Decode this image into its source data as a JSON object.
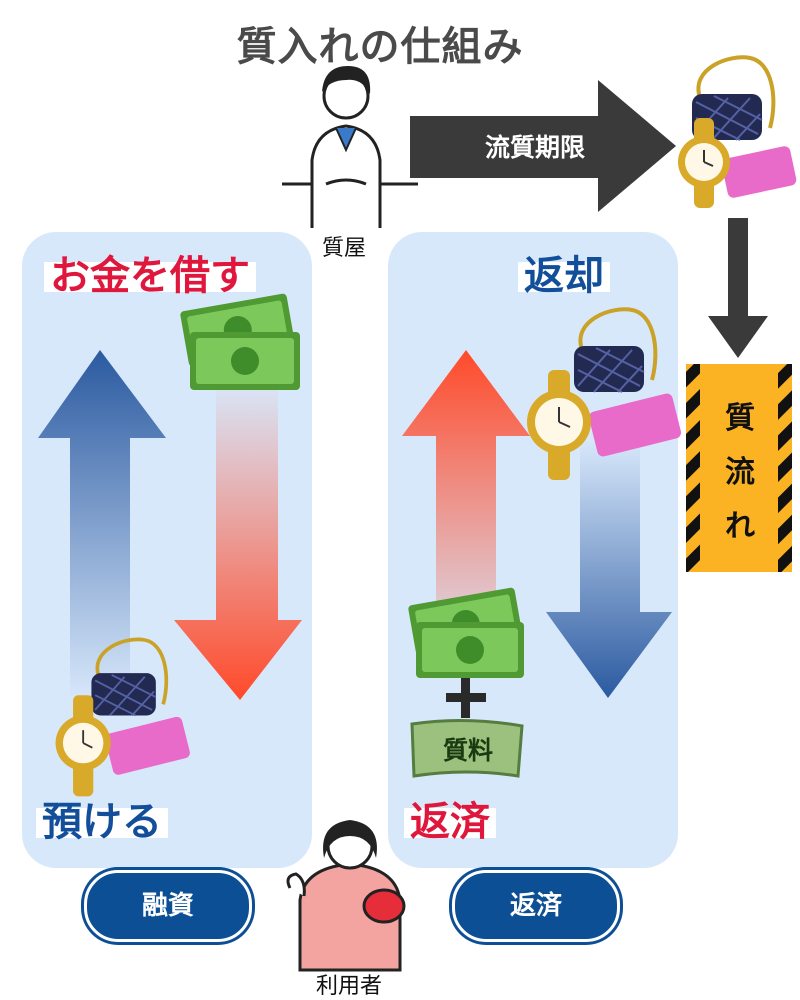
{
  "title": "質入れの仕組み",
  "pawnshop_label": "質屋",
  "user_label": "利用者",
  "flow_arrow_label": "流質期限",
  "forfeit_sign_chars": [
    "質",
    "流",
    "れ"
  ],
  "left_panel": {
    "top_heading": "お金を借す",
    "bottom_heading": "預ける",
    "pill_label": "融資"
  },
  "right_panel": {
    "top_heading": "返却",
    "bottom_heading": "返済",
    "plus_sign": "+",
    "fee_label": "質料",
    "pill_label": "返済"
  },
  "colors": {
    "panel_bg": "#d8e8fb",
    "red_text": "#e0173c",
    "blue_text": "#134e9a",
    "pill_bg": "#0d4f95",
    "sign_bg": "#fbb324",
    "flow_arrow": "#3a3a3a"
  }
}
